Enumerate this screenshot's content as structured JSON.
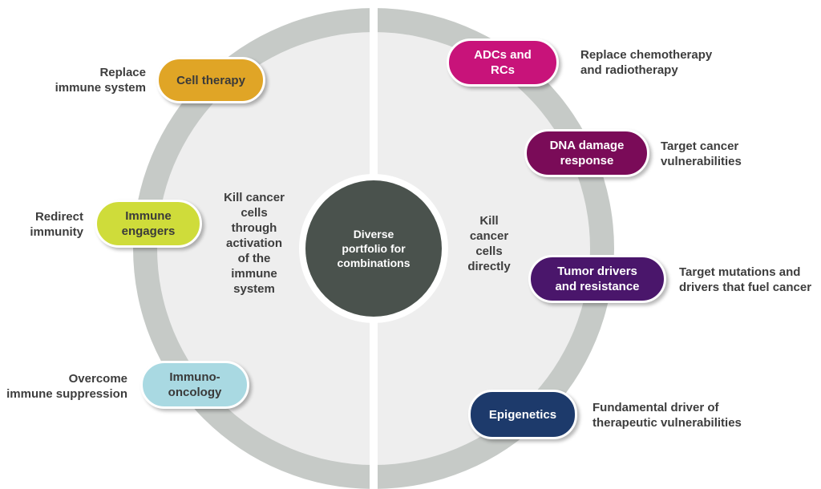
{
  "center": {
    "text": "Diverse\nportfolio for\ncombinations"
  },
  "halves": {
    "left": "Kill cancer\ncells\nthrough\nactivation\nof the\nimmune\nsystem",
    "right": "Kill\ncancer\ncells\ndirectly"
  },
  "modalities": [
    {
      "label": "Cell therapy",
      "description": "Replace\nimmune system",
      "color": "#e0a526",
      "text_color": "#3a3a3a"
    },
    {
      "label": "Immune\nengagers",
      "description": "Redirect\nimmunity",
      "color": "#cfdc3a",
      "text_color": "#3a3a3a"
    },
    {
      "label": "Immuno-\noncology",
      "description": "Overcome\nimmune suppression",
      "color": "#a9d9e2",
      "text_color": "#3a3a3a"
    },
    {
      "label": "ADCs and\nRCs",
      "description": "Replace chemotherapy\nand radiotherapy",
      "color": "#c8137a",
      "text_color": "#ffffff"
    },
    {
      "label": "DNA damage\nresponse",
      "description": "Target cancer\nvulnerabilities",
      "color": "#7a0b58",
      "text_color": "#ffffff"
    },
    {
      "label": "Tumor drivers\nand resistance",
      "description": "Target mutations and\ndrivers that fuel cancer",
      "color": "#4a166b",
      "text_color": "#ffffff"
    },
    {
      "label": "Epigenetics",
      "description": "Fundamental driver of\ntherapeutic vulnerabilities",
      "color": "#1d3a6b",
      "text_color": "#ffffff"
    }
  ],
  "colors": {
    "ring": "#c6cac7",
    "inner": "#eeeeee",
    "center": "#4a524d"
  }
}
